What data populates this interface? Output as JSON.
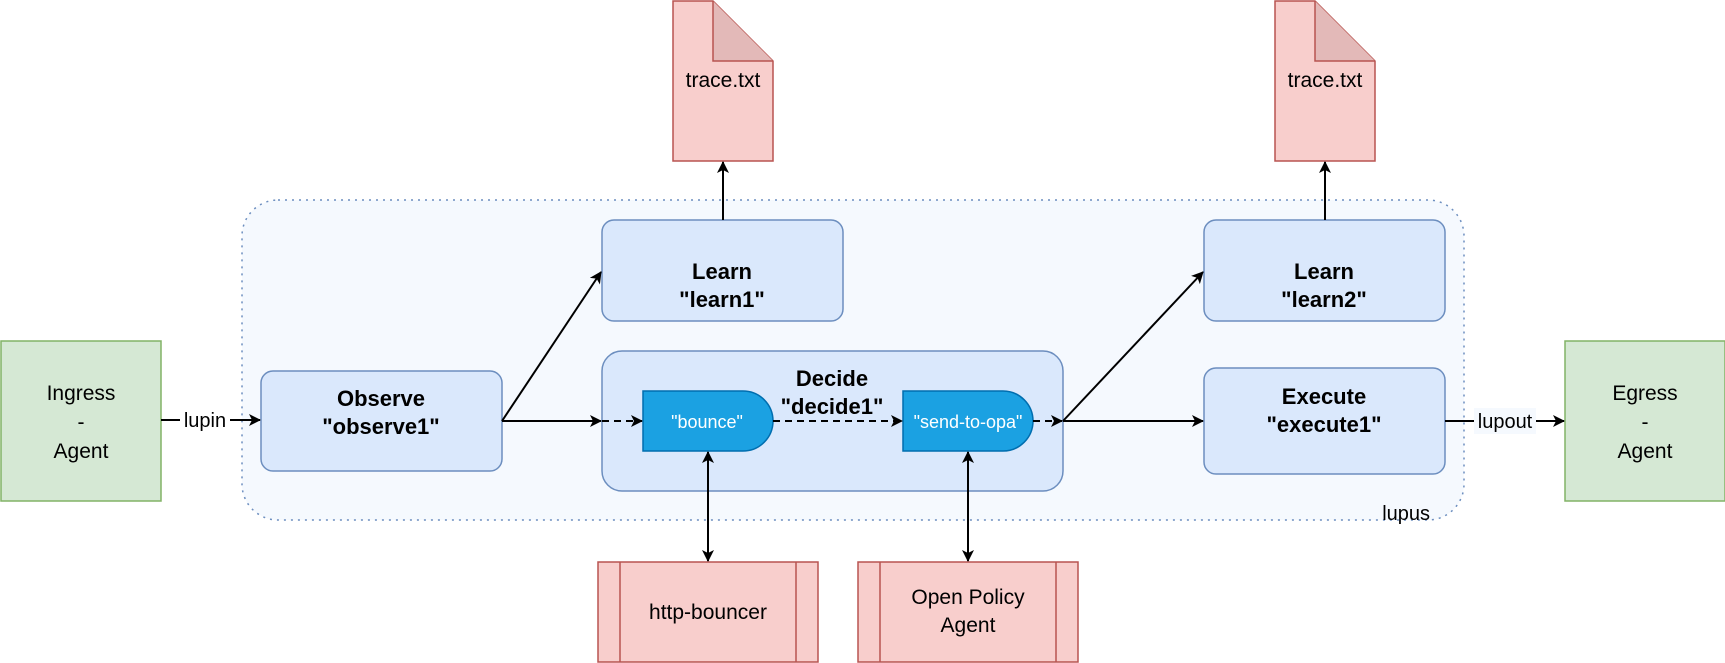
{
  "ingress": {
    "line1": "Ingress",
    "line2": "-",
    "line3": "Agent"
  },
  "egress": {
    "line1": "Egress",
    "line2": "-",
    "line3": "Agent"
  },
  "edges": {
    "lupin": "lupin",
    "lupout": "lupout"
  },
  "container": {
    "label": "lupus"
  },
  "observe": {
    "title": "Observe",
    "name": "\"observe1\""
  },
  "learn1": {
    "title": "Learn",
    "name": "\"learn1\""
  },
  "learn2": {
    "title": "Learn",
    "name": "\"learn2\""
  },
  "decide": {
    "title": "Decide",
    "name": "\"decide1\""
  },
  "execute": {
    "title": "Execute",
    "name": "\"execute1\""
  },
  "actions": {
    "bounce": "\"bounce\"",
    "send_to_opa": "\"send-to-opa\""
  },
  "files": {
    "trace1": "trace.txt",
    "trace2": "trace.txt"
  },
  "services": {
    "http_bouncer": "http-bouncer",
    "opa_line1": "Open Policy",
    "opa_line2": "Agent"
  },
  "colors": {
    "agent_fill": "#d5e8d4",
    "agent_stroke": "#82b366",
    "element_fill": "#dae8fc",
    "element_stroke": "#6c8ebf",
    "action_fill": "#1ba1e2",
    "action_stroke": "#006eaf",
    "external_fill": "#f8cecc",
    "external_stroke": "#b85450",
    "container_fill": "#f5f9fe"
  }
}
